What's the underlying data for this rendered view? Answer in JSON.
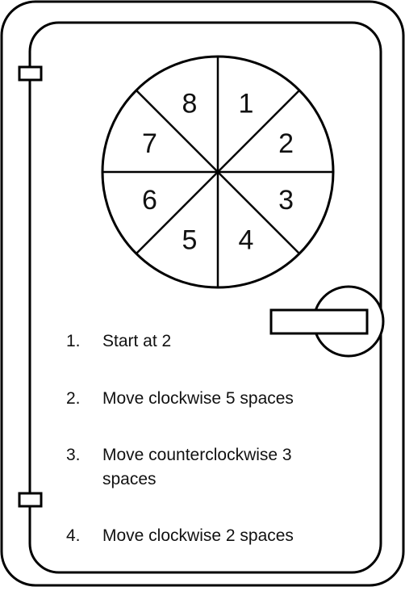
{
  "dial": {
    "segments": [
      "1",
      "2",
      "3",
      "4",
      "5",
      "6",
      "7",
      "8"
    ]
  },
  "instructions": [
    {
      "number": "1.",
      "text": "Start at 2"
    },
    {
      "number": "2.",
      "text": "Move clockwise 5 spaces"
    },
    {
      "number": "3.",
      "text": "Move counterclockwise 3 spaces"
    },
    {
      "number": "4.",
      "text": "Move clockwise 2 spaces"
    }
  ]
}
